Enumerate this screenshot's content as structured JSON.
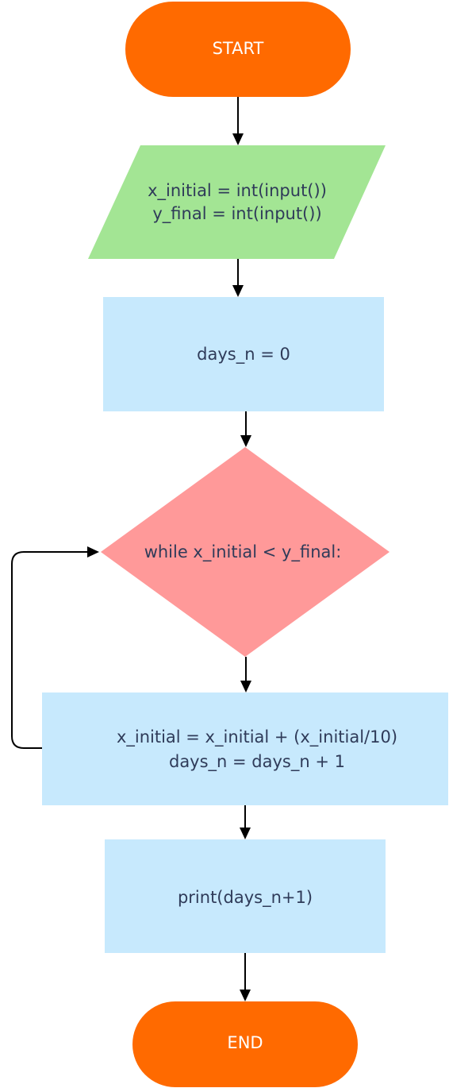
{
  "colors": {
    "terminal": "#ff6a00",
    "io": "#a3e594",
    "process": "#c7e9fd",
    "decision": "#ff9999",
    "text": "#2f3b59",
    "terminal_text": "#ffffff",
    "arrow": "#000000"
  },
  "nodes": {
    "start": {
      "label": "START"
    },
    "input": {
      "line1": "x_initial = int(input())",
      "line2": "y_final = int(input())"
    },
    "init": {
      "label": "days_n = 0"
    },
    "loop": {
      "label": "while x_initial < y_final:"
    },
    "update": {
      "line1": "x_initial = x_initial + (x_initial/10)",
      "line2": "days_n = days_n + 1"
    },
    "output": {
      "label": "print(days_n+1)"
    },
    "end": {
      "label": "END"
    }
  }
}
